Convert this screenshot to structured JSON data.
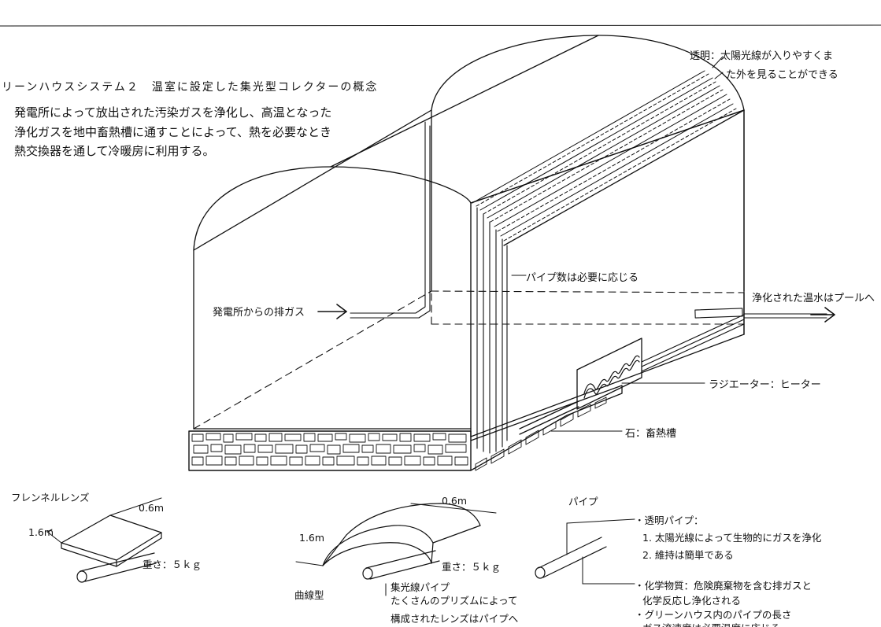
{
  "header": {
    "title": "リーンハウスシステム２　温室に設定した集光型コレクターの概念",
    "description_lines": [
      "発電所によって放出された汚染ガスを浄化し、高温となった",
      "浄化ガスを地中畜熱槽に通すことによって、熱を必要なとき",
      "熱交換器を通して冷暖房に利用する。"
    ]
  },
  "main_diagram": {
    "transparent_note_line1": "透明：太陽光線が入りやすくま",
    "transparent_note_line2": "た外を見ることができる",
    "pipe_count_label": "パイプ数は必要に応じる",
    "exhaust_label": "発電所からの排ガス",
    "warm_water_label": "浄化された温水はプールへ",
    "radiator_label": "ラジエーター：ヒーター",
    "stone_label": "石：畜熱槽"
  },
  "fresnel": {
    "title": "フレンネルレンズ",
    "width": "0.6m",
    "length": "1.6m",
    "weight": "重さ：５ｋｇ"
  },
  "curved": {
    "width": "0.6m",
    "length": "1.6m",
    "weight": "重さ：５ｋｇ",
    "type_label": "曲線型",
    "pipe_label_line1": "集光線パイプ",
    "pipe_label_line2": "たくさんのプリズムによって",
    "pipe_label_line3": "構成されたレンズはパイプへ"
  },
  "pipe": {
    "title": "パイプ",
    "note1": "・透明パイプ：",
    "note1_item1": "1. 太陽光線によって生物的にガスを浄化",
    "note1_item2": "2. 維持は簡単である",
    "note2_line1": "・化学物質：危険廃棄物を含む排ガスと",
    "note2_line2": "化学反応し浄化される",
    "note3_line1": "・グリーンハウス内のパイプの長さ",
    "note3_line2": "ガス流速度は必要温度に応じる"
  }
}
